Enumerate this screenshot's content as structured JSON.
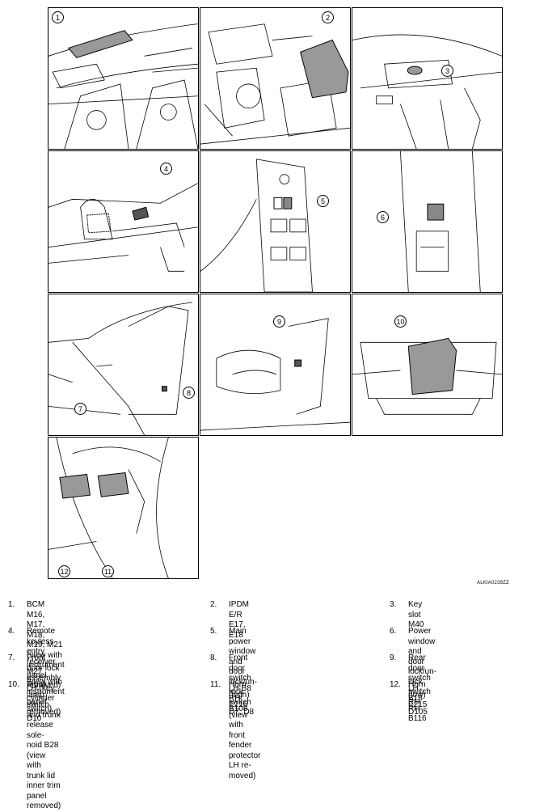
{
  "figure_code": "ALKIA0239ZZ",
  "callouts": [
    "1",
    "2",
    "3",
    "4",
    "5",
    "6",
    "7",
    "8",
    "9",
    "10",
    "11",
    "12"
  ],
  "legend": [
    {
      "num": "1.",
      "text": "BCM M16, M17, M18, M19, M21\n(view with instrument panel removed)"
    },
    {
      "num": "2.",
      "text": "IPDM E/R E17, E18"
    },
    {
      "num": "3.",
      "text": "Key slot M40"
    },
    {
      "num": "4.",
      "text": "Remote keyless entry receiver M27\n(view with instrument panel removed)"
    },
    {
      "num": "5.",
      "text": "Main power window and door lock/un-\nlock switch D7, D8"
    },
    {
      "num": "6.",
      "text": "Power window and door lock/un-\nlock switch RH D105"
    },
    {
      "num": "7.",
      "text": "Front door lock assembly LH (key cylinder\nswitch) D10"
    },
    {
      "num": "8.",
      "text": "Front door switch LH B8\nRH B108"
    },
    {
      "num": "9.",
      "text": "Rear door switch LH B18\nRH B116"
    },
    {
      "num": "10.",
      "text": "Trunk lamp switch and trunk release sole-\nnoid B28\n(view with trunk lid inner trim panel removed)"
    },
    {
      "num": "11.",
      "text": "Horn (high) E216\n(view with front fender protector LH re-\nmoved)"
    },
    {
      "num": "12.",
      "text": "Horn (low) E215"
    }
  ]
}
